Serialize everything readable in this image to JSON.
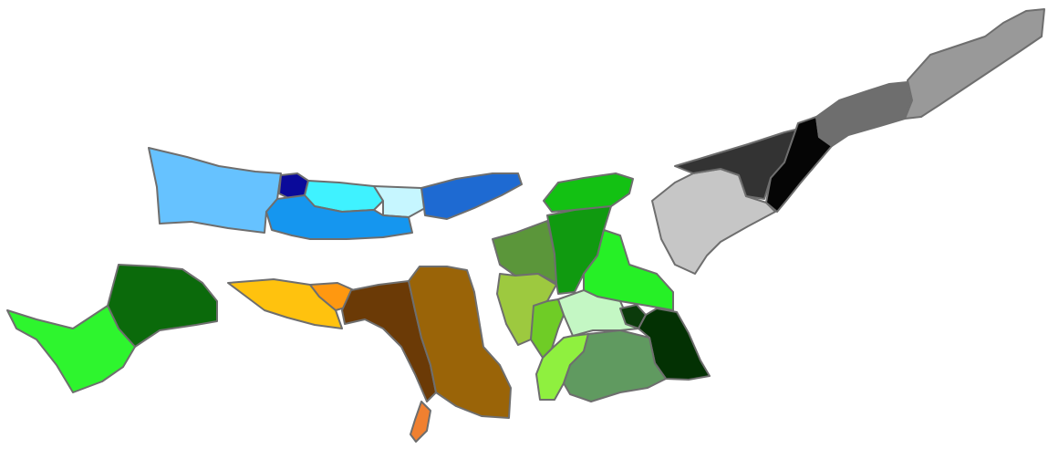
{
  "map": {
    "regions": [
      {
        "id": "west-blue-1",
        "color": "#66c2ff"
      },
      {
        "id": "west-blue-2",
        "color": "#0a0a9a"
      },
      {
        "id": "west-blue-3",
        "color": "#3ff2ff"
      },
      {
        "id": "west-blue-4",
        "color": "#c6f6ff"
      },
      {
        "id": "west-blue-5",
        "color": "#1e6ad2"
      },
      {
        "id": "west-blue-6",
        "color": "#1596ef"
      },
      {
        "id": "southwest-green-1",
        "color": "#0b6a0b"
      },
      {
        "id": "southwest-green-2",
        "color": "#2ef52e"
      },
      {
        "id": "south-orange-1",
        "color": "#ffc20e"
      },
      {
        "id": "south-orange-2",
        "color": "#ff9810"
      },
      {
        "id": "south-brown-1",
        "color": "#6b3a06"
      },
      {
        "id": "south-brown-2",
        "color": "#9a6408"
      },
      {
        "id": "south-orange-3",
        "color": "#f08030"
      },
      {
        "id": "central-green-1",
        "color": "#13c113"
      },
      {
        "id": "central-green-2",
        "color": "#5b963a"
      },
      {
        "id": "central-green-3",
        "color": "#109a10"
      },
      {
        "id": "central-green-4",
        "color": "#26f026"
      },
      {
        "id": "central-green-5",
        "color": "#9dc93f"
      },
      {
        "id": "central-green-6",
        "color": "#6fcc26"
      },
      {
        "id": "central-green-7",
        "color": "#c4f7c4"
      },
      {
        "id": "central-green-8",
        "color": "#0b3b0b"
      },
      {
        "id": "central-green-9",
        "color": "#033103"
      },
      {
        "id": "central-green-10",
        "color": "#8ff03f"
      },
      {
        "id": "central-green-11",
        "color": "#609a60"
      },
      {
        "id": "east-gray-1",
        "color": "#c6c6c6"
      },
      {
        "id": "east-gray-2",
        "color": "#333333"
      },
      {
        "id": "east-gray-3",
        "color": "#050505"
      },
      {
        "id": "east-gray-4",
        "color": "#6e6e6e"
      },
      {
        "id": "east-gray-5",
        "color": "#999999"
      }
    ]
  }
}
